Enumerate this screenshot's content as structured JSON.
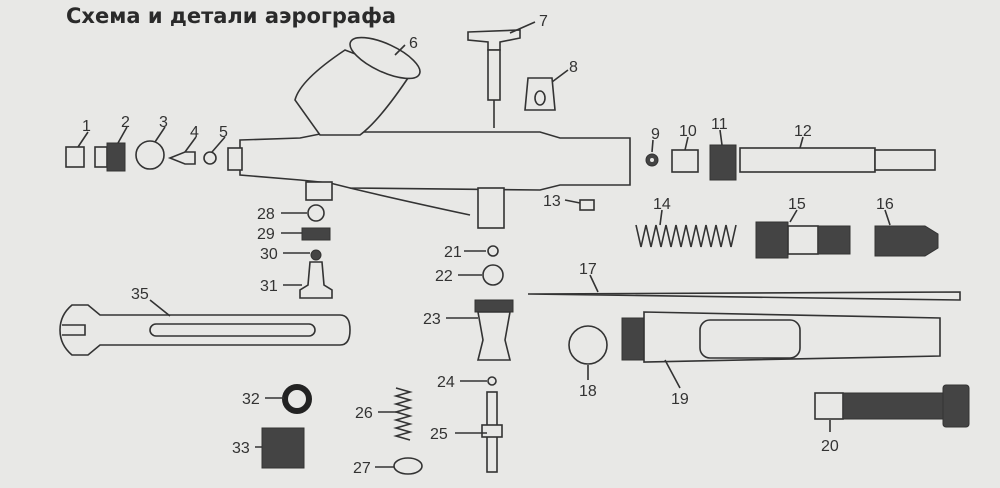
{
  "title": "Схема и детали аэрографа",
  "part_numbers": [
    "1",
    "2",
    "3",
    "4",
    "5",
    "6",
    "7",
    "8",
    "9",
    "10",
    "11",
    "12",
    "13",
    "14",
    "15",
    "16",
    "17",
    "18",
    "19",
    "20",
    "21",
    "22",
    "23",
    "24",
    "25",
    "26",
    "27",
    "28",
    "29",
    "30",
    "31",
    "32",
    "33",
    "35"
  ]
}
